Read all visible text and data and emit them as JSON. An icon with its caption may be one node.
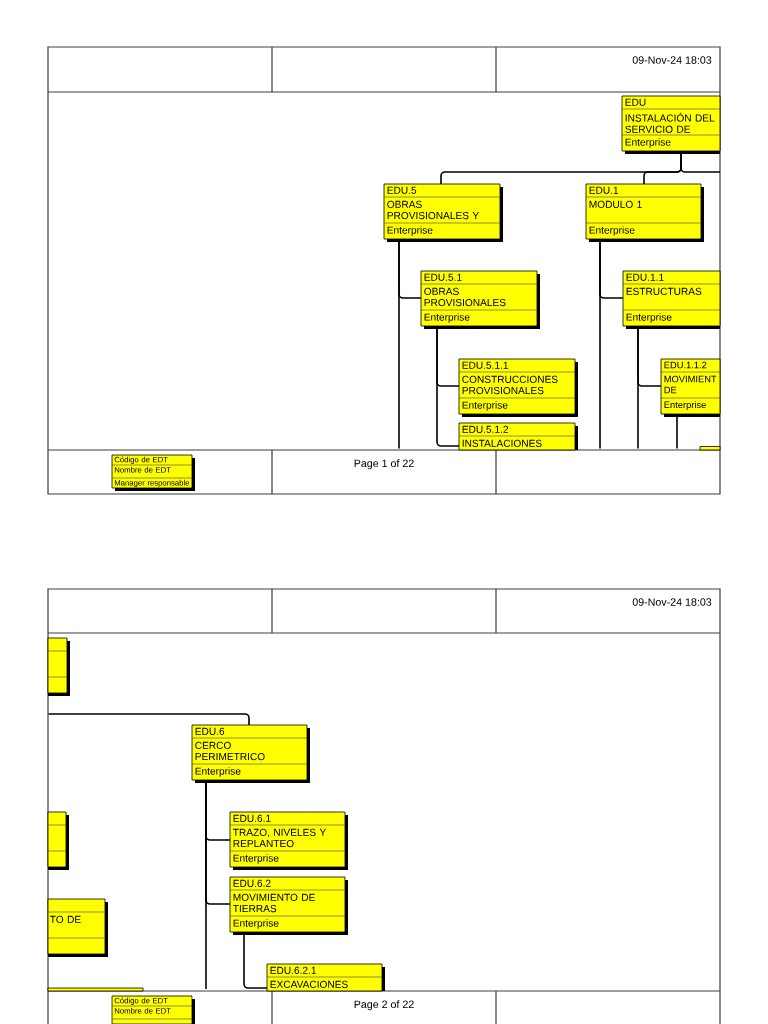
{
  "diagram": {
    "nodes": [
      {
        "text": [
          "EDU",
          "INSTALACIÓN DEL SERVICIO DE",
          "Enterprise"
        ]
      },
      {
        "text": [
          "EDU.5",
          "OBRAS PROVISIONALES Y",
          "Enterprise"
        ]
      },
      {
        "text": [
          "EDU.1",
          "MODULO 1",
          "Enterprise"
        ]
      },
      {
        "text": [
          "EDU.5.1",
          "OBRAS PROVISIONALES",
          "Enterprise"
        ]
      },
      {
        "text": [
          "EDU.1.1",
          "ESTRUCTURAS",
          "Enterprise"
        ]
      },
      {
        "text": [
          "EDU.5.1.1",
          "CONSTRUCCIONES PROVISIONALES",
          "Enterprise"
        ]
      },
      {
        "text": [
          "EDU.1.1.2",
          "MOVIMIENT DE",
          "Enterprise"
        ]
      },
      {
        "text": [
          "EDU.5.1.2",
          "INSTALACIONES"
        ]
      },
      {
        "text": [],
        "shape": "box"
      },
      {
        "text": [
          "Código de EDT",
          "Nombre de EDT",
          "Manager responsable"
        ]
      },
      {
        "text": [],
        "shape": "box"
      },
      {
        "text": [
          "EDU.6",
          "CERCO PERIMETRICO",
          "Enterprise"
        ]
      },
      {
        "text": [],
        "shape": "box"
      },
      {
        "text": [
          "EDU.6.1",
          "TRAZO, NIVELES Y REPLANTEO",
          "Enterprise"
        ]
      },
      {
        "text": [
          "TO DE"
        ]
      },
      {
        "text": [
          "EDU.6.2",
          "MOVIMIENTO DE TIERRAS",
          "Enterprise"
        ]
      },
      {
        "text": [
          "EDU.6.2.1",
          "EXCAVACIONES"
        ]
      },
      {
        "text": [],
        "shape": "box"
      },
      {
        "text": [
          "Código de EDT",
          "Nombre de EDT"
        ]
      }
    ],
    "edges": [
      {
        "from": 0,
        "to": 1,
        "arrow": "none"
      },
      {
        "from": 0,
        "to": 2,
        "arrow": "none"
      },
      {
        "from": 0,
        "to": null,
        "arrow": "none"
      },
      {
        "from": 1,
        "to": 3,
        "arrow": "none"
      },
      {
        "from": 1,
        "to": null,
        "arrow": "none"
      },
      {
        "from": 2,
        "to": 4,
        "arrow": "none"
      },
      {
        "from": 2,
        "to": null,
        "arrow": "none"
      },
      {
        "from": 3,
        "to": 5,
        "arrow": "none"
      },
      {
        "from": 3,
        "to": 7,
        "arrow": "none"
      },
      {
        "from": 4,
        "to": 6,
        "arrow": "none"
      },
      {
        "from": 4,
        "to": null,
        "arrow": "none"
      },
      {
        "from": 6,
        "to": null,
        "arrow": "none"
      },
      {
        "from": null,
        "to": 11,
        "arrow": "none"
      },
      {
        "from": 11,
        "to": 13,
        "arrow": "none"
      },
      {
        "from": 11,
        "to": 15,
        "arrow": "none"
      },
      {
        "from": 11,
        "to": null,
        "arrow": "none"
      },
      {
        "from": 15,
        "to": 16,
        "arrow": "none"
      }
    ],
    "labels": [
      "09-Nov-24 18:03",
      "Page 1 of 22",
      "09-Nov-24 18:03",
      "Page 2 of 22"
    ]
  }
}
